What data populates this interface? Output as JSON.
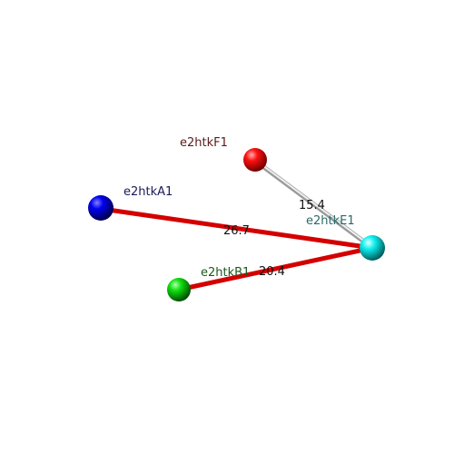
{
  "nodes": {
    "F1": {
      "label": "e2htkF1",
      "color": "#ff0000",
      "label_color": "#5a1a1a"
    },
    "A1": {
      "label": "e2htkA1",
      "color": "#0000ff",
      "label_color": "#1a1a5a"
    },
    "E1": {
      "label": "e2htkE1",
      "color": "#00ffff",
      "label_color": "#2a6a6a"
    },
    "B1": {
      "label": "e2htkB1",
      "color": "#00dd00",
      "label_color": "#1a5a1a"
    }
  },
  "edges": {
    "F1_E1": {
      "distance": "15.4",
      "color": "#d0d0d0"
    },
    "A1_E1": {
      "distance": "26.7",
      "color": "#dd0000"
    },
    "B1_E1": {
      "distance": "20.4",
      "color": "#dd0000"
    }
  }
}
